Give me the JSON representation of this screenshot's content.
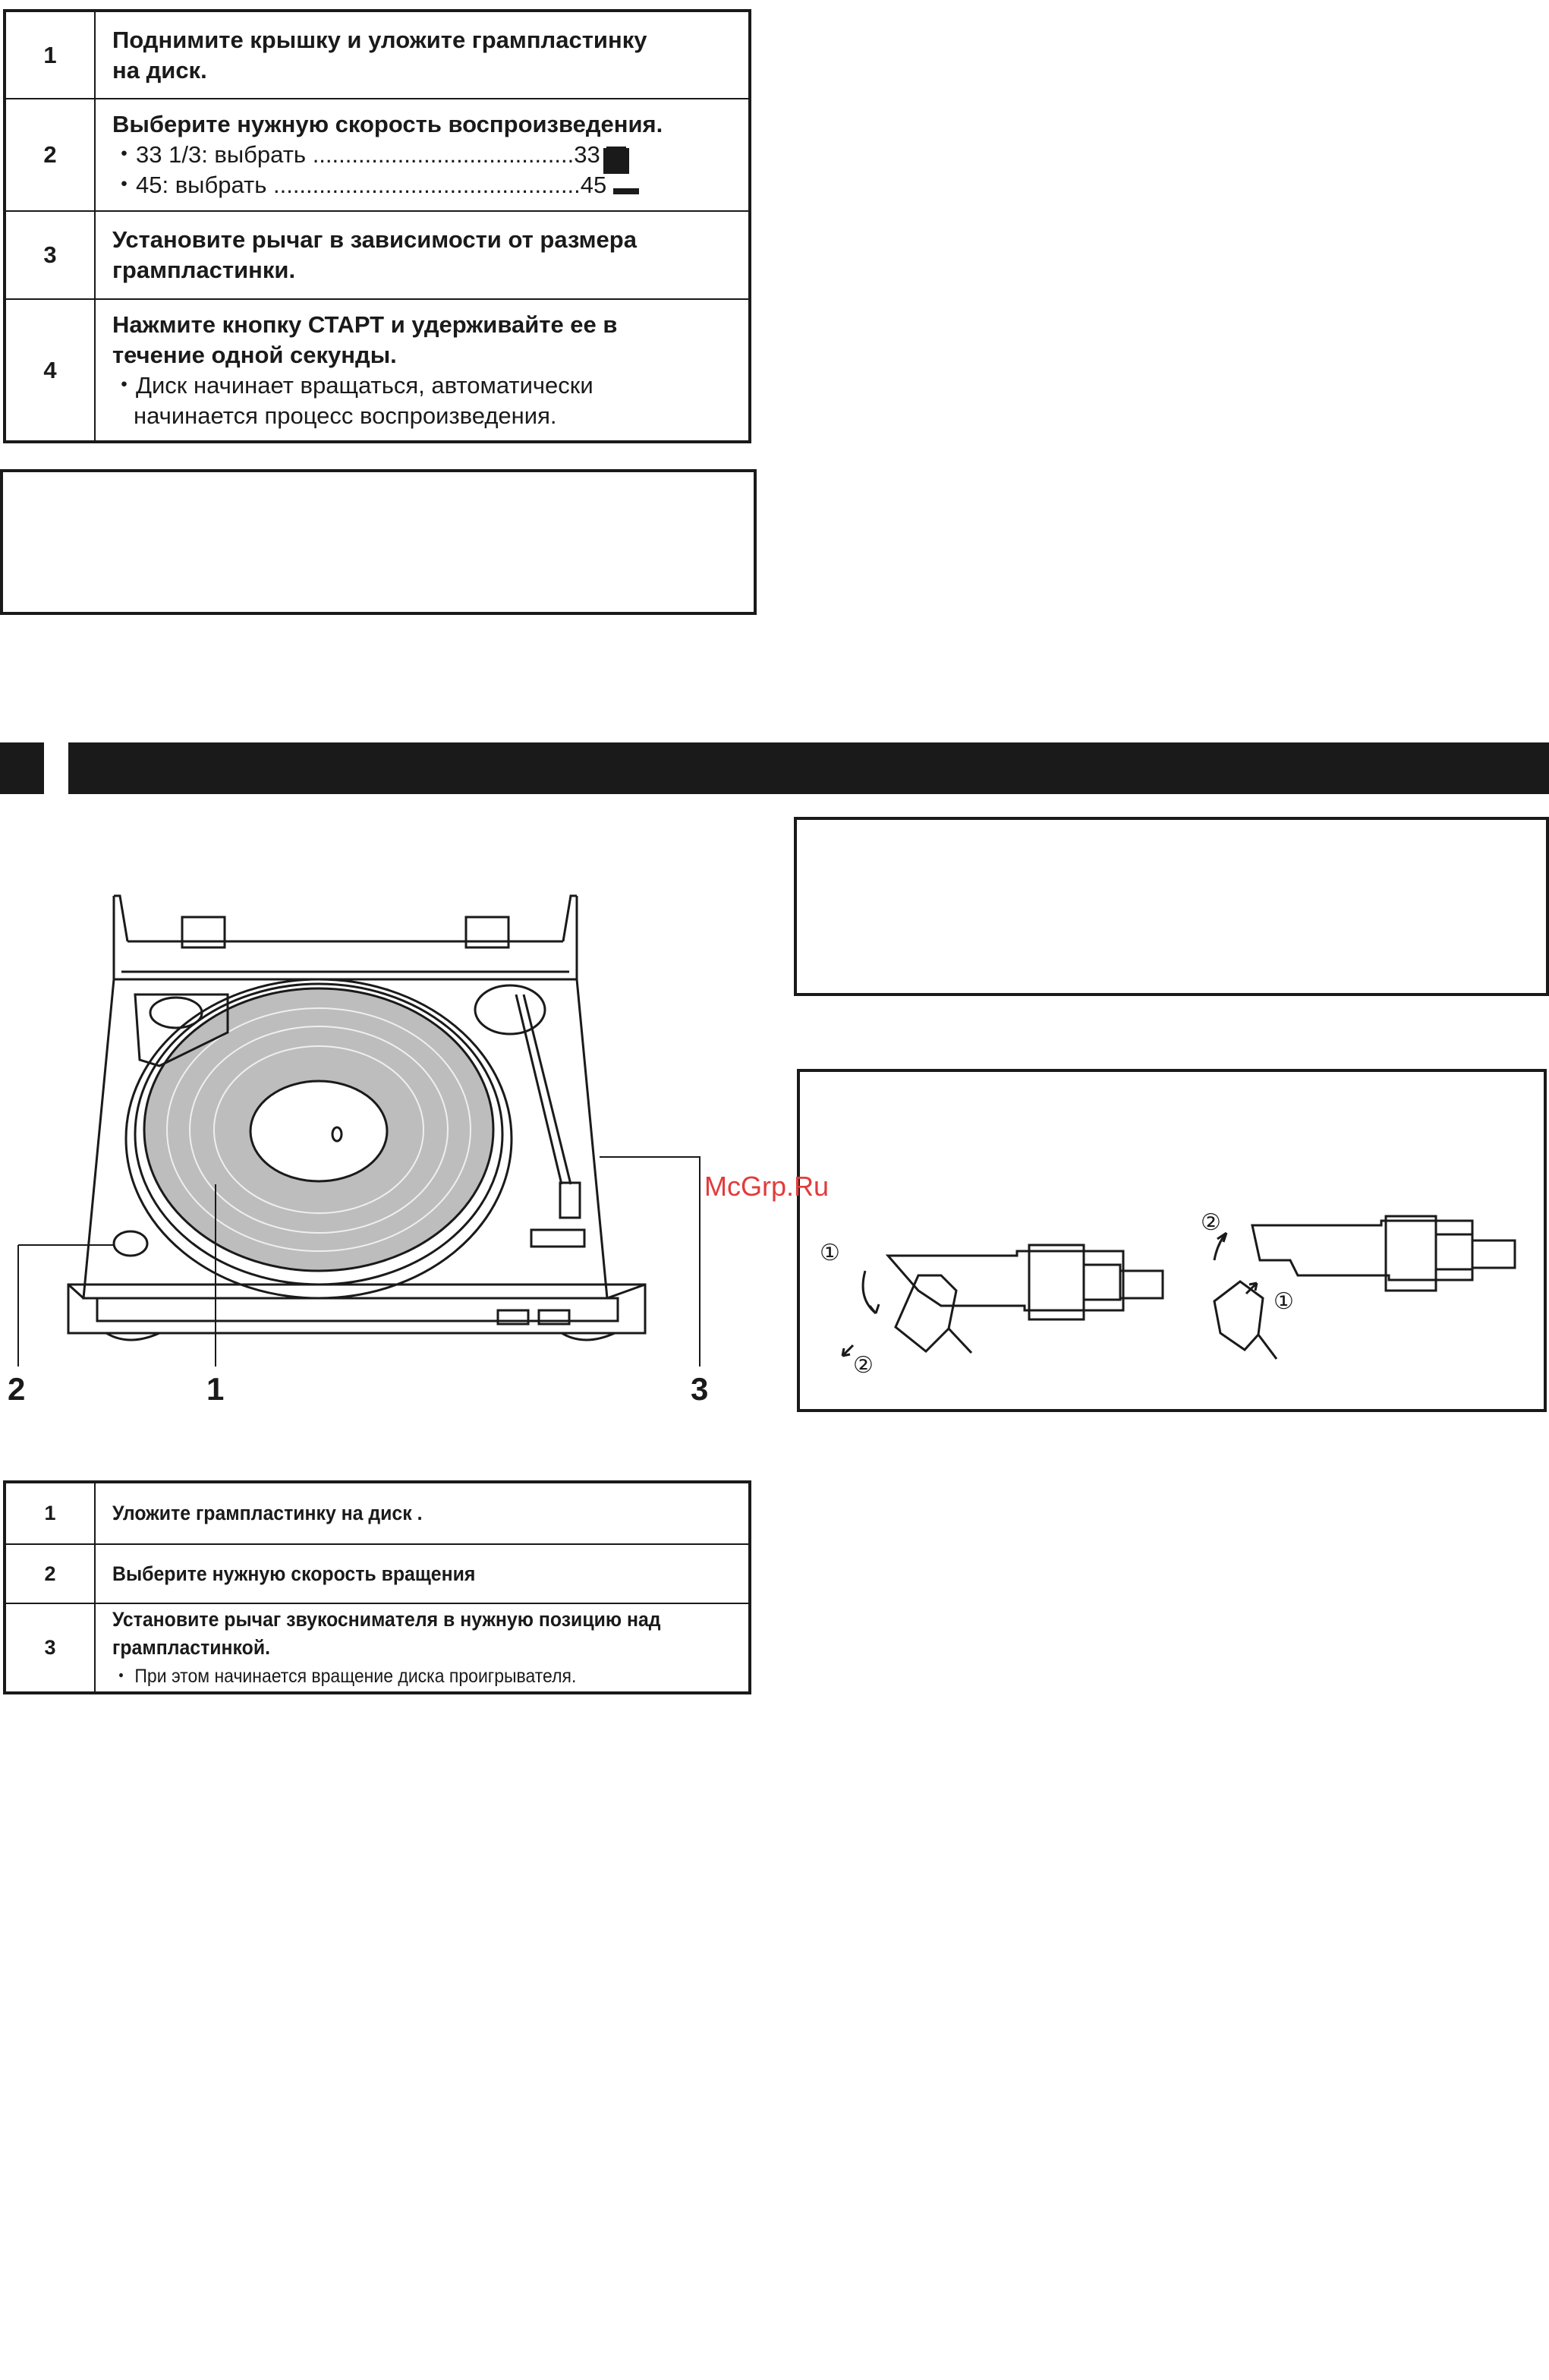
{
  "top_steps": [
    {
      "num": "1",
      "lines": [
        "Поднимите крышку и уложите грампластинку",
        "на диск."
      ]
    },
    {
      "num": "2",
      "title": "Выберите нужную скорость воспроизведения.",
      "items": [
        {
          "bullet": "・",
          "label": "33 1/3: выбрать ",
          "dots": "........................................",
          "value": "33"
        },
        {
          "bullet": "・",
          "label": "45: выбрать ",
          "dots": "...............................................",
          "value": "45"
        }
      ]
    },
    {
      "num": "3",
      "lines": [
        "Установите рычаг в зависимости от размера",
        "грампластинки."
      ]
    },
    {
      "num": "4",
      "lines": [
        "Нажмите кнопку СТАРТ и удерживайте ее в",
        "течение одной секунды."
      ],
      "notes": [
        "・Диск начинает вращаться, автоматически",
        "начинается процесс воспроизведения."
      ]
    }
  ],
  "diagram": {
    "callouts": [
      "2",
      "1",
      "3"
    ],
    "watermark": "McGrp.Ru",
    "cartridge_steps": [
      "①",
      "②",
      "②",
      "①"
    ]
  },
  "bottom_steps": [
    {
      "num": "1",
      "title": "Уложите грампластинку на диск ."
    },
    {
      "num": "2",
      "title": "Выберите нужную скорость вращения"
    },
    {
      "num": "3",
      "lines": [
        "Установите рычаг звукоснимателя в нужную позицию над",
        "грампластинкой."
      ],
      "note": "・ При этом начинается вращение диска проигрывателя."
    }
  ]
}
